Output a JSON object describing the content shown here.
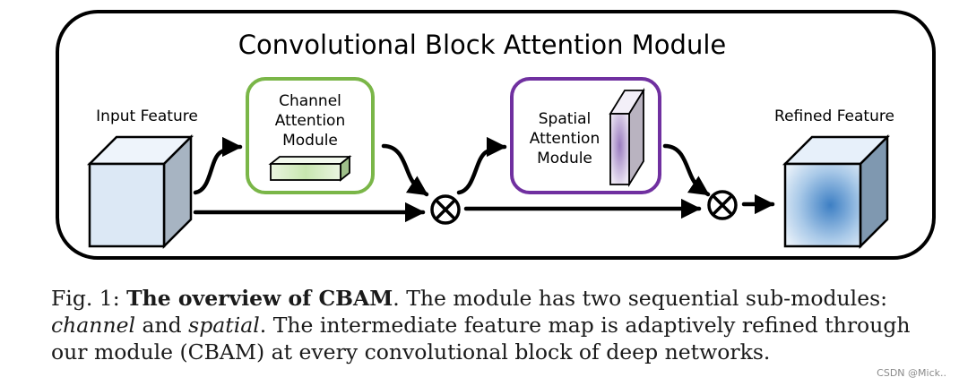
{
  "diagram": {
    "title": "Convolutional Block Attention Module",
    "input_label": "Input Feature",
    "channel_module_lines": [
      "Channel",
      "Attention",
      "Module"
    ],
    "spatial_module_lines": [
      "Spatial",
      "Attention",
      "Module"
    ],
    "output_label": "Refined Feature",
    "colors": {
      "channel_border": "#7ab648",
      "spatial_border": "#7030a0",
      "input_cube_front": "#dce8f5",
      "input_cube_side": "#a7b4c2",
      "refined_center": "#3d7fc4"
    },
    "operator_symbol": "⊗"
  },
  "caption": {
    "fig_label": "Fig. 1:",
    "bold_title": "The overview of CBAM",
    "text_1": ". The module has two sequential sub-modules:",
    "ital_channel": "channel",
    "text_2": " and ",
    "ital_spatial": "spatial",
    "text_3": ". The intermediate feature map is adaptively refined through our module (CBAM) at every convolutional block of deep networks."
  },
  "watermark": "CSDN @Mick.."
}
